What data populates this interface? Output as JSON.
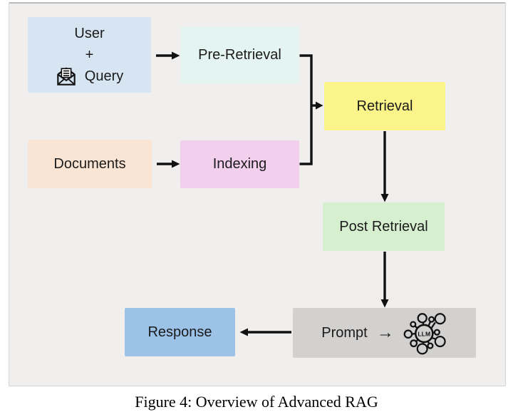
{
  "figure": {
    "caption": "Figure 4: Overview of Advanced RAG"
  },
  "colors": {
    "canvas_bg": "#f0efee",
    "user_query": "#d7e5f3",
    "pre_retrieval": "#e4f4f1",
    "retrieval": "#fbf48a",
    "documents": "#fae4d3",
    "indexing": "#f3cfee",
    "post_retrieval": "#d6f0cf",
    "prompt": "#d2d1d0",
    "response": "#9cc3e7",
    "arrow": "#111111"
  },
  "nodes": {
    "user_query": {
      "line1": "User",
      "line2": "+",
      "line3": "Query",
      "icon": "open-envelope-icon"
    },
    "pre_retrieval": {
      "label": "Pre-Retrieval"
    },
    "retrieval": {
      "label": "Retrieval"
    },
    "documents": {
      "label": "Documents"
    },
    "indexing": {
      "label": "Indexing"
    },
    "post_retrieval": {
      "label": "Post Retrieval"
    },
    "prompt": {
      "label": "Prompt",
      "arrow_glyph": "→",
      "icon": "llm-network-icon",
      "icon_label": "LLM"
    },
    "response": {
      "label": "Response"
    }
  },
  "edges": [
    {
      "from": "User + Query",
      "to": "Pre-Retrieval"
    },
    {
      "from": "Documents",
      "to": "Indexing"
    },
    {
      "from": "Pre-Retrieval",
      "to": "Retrieval"
    },
    {
      "from": "Indexing",
      "to": "Retrieval"
    },
    {
      "from": "Retrieval",
      "to": "Post Retrieval"
    },
    {
      "from": "Post Retrieval",
      "to": "Prompt"
    },
    {
      "from": "Prompt",
      "to": "Response"
    }
  ]
}
